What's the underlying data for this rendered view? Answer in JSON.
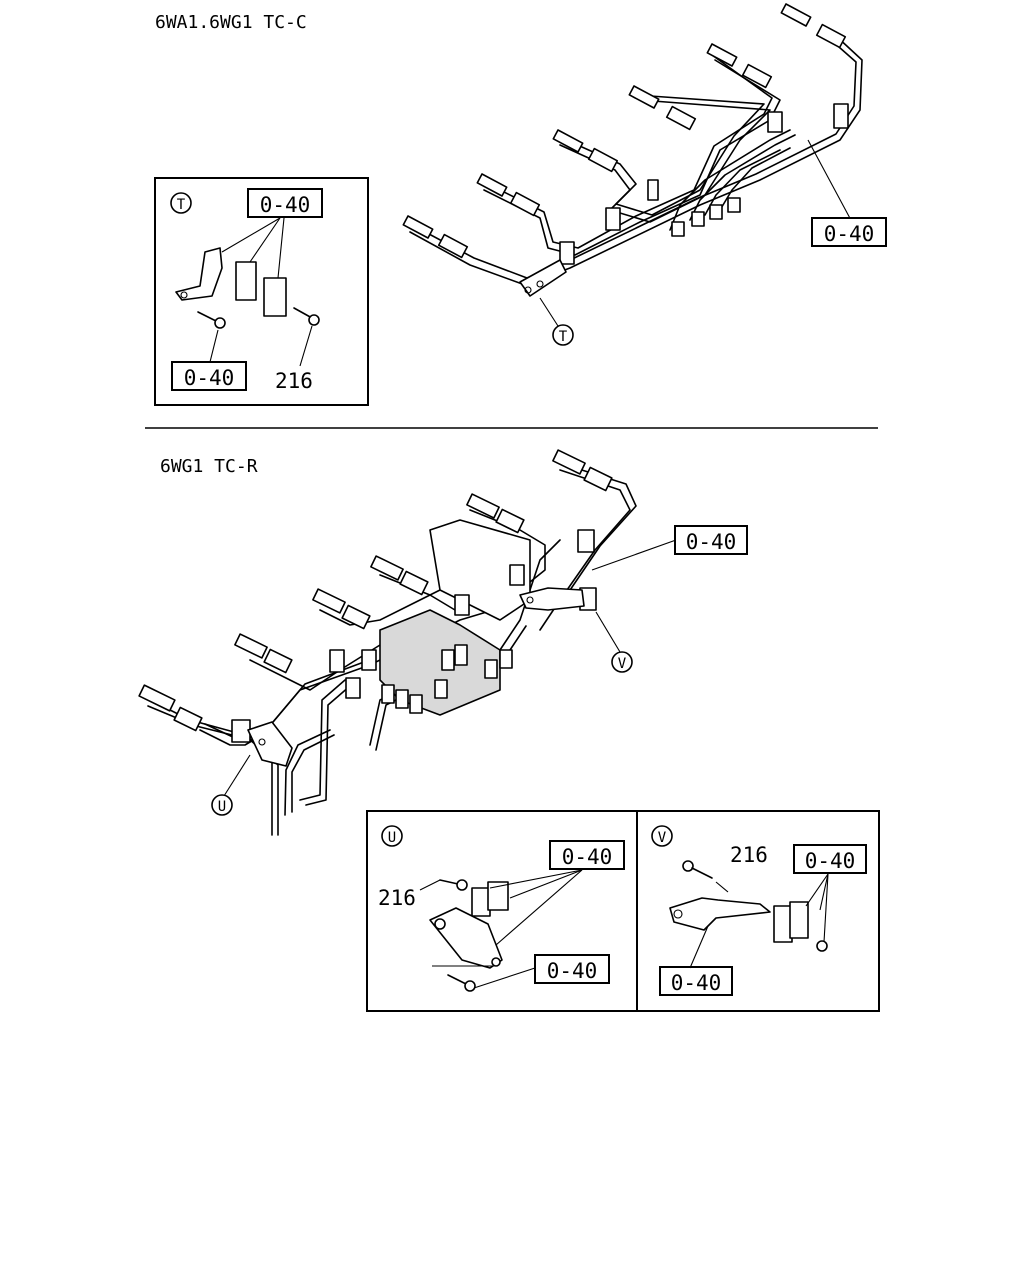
{
  "sections": {
    "upper": {
      "title": "6WA1.6WG1  TC-C",
      "ref_main": "0-40",
      "callout_t": "T",
      "detail_t": {
        "letter": "T",
        "ref_top": "0-40",
        "ref_bottom": "0-40",
        "part_216": "216"
      }
    },
    "lower": {
      "title": "6WG1  TC-R",
      "ref_main": "0-40",
      "callout_u": "U",
      "callout_v": "V",
      "detail_u": {
        "letter": "U",
        "ref_top": "0-40",
        "ref_bottom": "0-40",
        "part_216": "216"
      },
      "detail_v": {
        "letter": "V",
        "ref_top": "0-40",
        "ref_bottom": "0-40",
        "part_216": "216"
      }
    }
  }
}
